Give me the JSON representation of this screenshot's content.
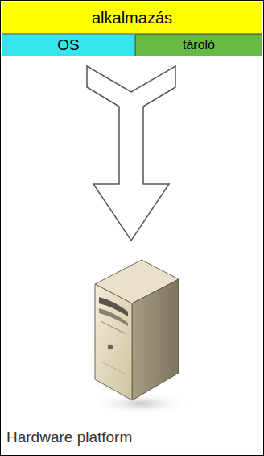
{
  "diagram": {
    "nodes": [
      {
        "text": [
          "alkalmazás"
        ]
      },
      {
        "text": [
          "OS"
        ]
      },
      {
        "text": [
          "tároló"
        ]
      }
    ],
    "labels": [
      "Hardware platform"
    ]
  }
}
